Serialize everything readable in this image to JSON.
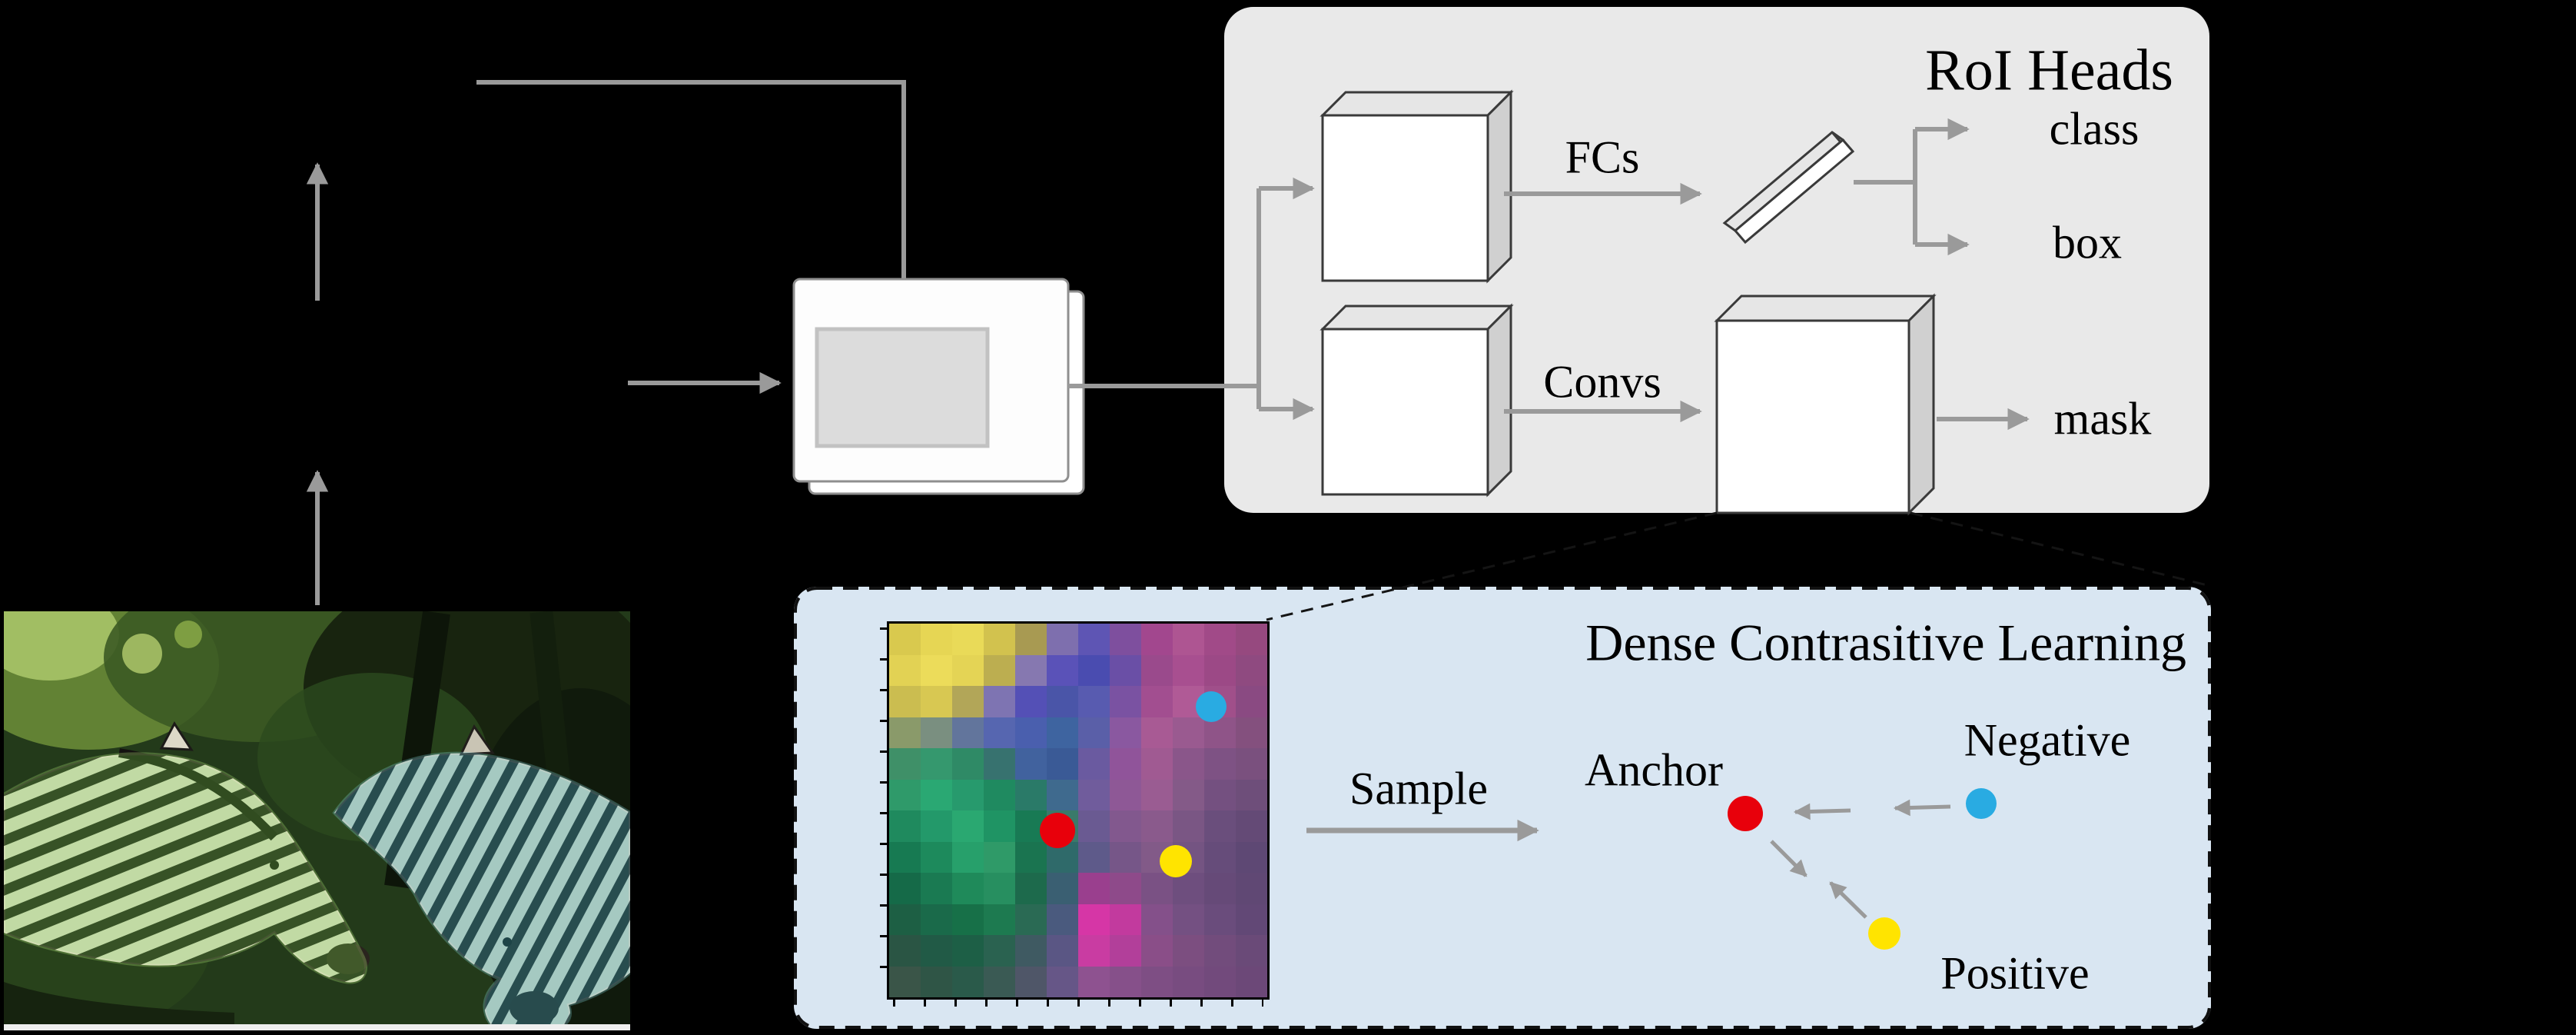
{
  "figure": {
    "roi_heads": {
      "title": "RoI Heads",
      "fcs_label": "FCs",
      "convs_label": "Convs",
      "class_label": "class",
      "box_label": "box",
      "mask_label": "mask"
    },
    "dense": {
      "title": "Dense Contrasitive Learning",
      "sample_label": "Sample",
      "anchor_label": "Anchor",
      "negative_label": "Negative",
      "positive_label": "Positive"
    },
    "colors": {
      "anchor_dot": "#e8000b",
      "negative_dot": "#29abe2",
      "positive_dot": "#ffe400",
      "arrow_gray": "#9a9a9a",
      "roi_panel_bg": "#e9e9e9",
      "dense_panel_bg": "#d9e6f2",
      "zebra_mask_front": "#7ce24a",
      "zebra_mask_back": "#3fd9ea"
    },
    "heatmap": {
      "rows": [
        [
          "#d9c94e",
          "#e6d654",
          "#e9da58",
          "#d2c24e",
          "#a89a52",
          "#7e6fae",
          "#5e55b4",
          "#7e4f9e",
          "#a2478e",
          "#ae5592",
          "#a14a88",
          "#96497f"
        ],
        [
          "#e2d254",
          "#ecdc5a",
          "#e4d455",
          "#bcae50",
          "#8678b0",
          "#5a52b8",
          "#4a4cb0",
          "#6a4fa6",
          "#9a4a8c",
          "#a84f90",
          "#9c4986",
          "#8f4a80"
        ],
        [
          "#cbbd50",
          "#d8c852",
          "#b2a658",
          "#7e74b2",
          "#5450b6",
          "#4a55a8",
          "#585bb0",
          "#7a52a2",
          "#a24e90",
          "#b05a96",
          "#a04f8a",
          "#8a4a82"
        ],
        [
          "#8a9a6a",
          "#7a8f80",
          "#62759c",
          "#5666b0",
          "#4a5fae",
          "#3e64a0",
          "#5a5fa8",
          "#8a58a0",
          "#a85a94",
          "#9a5a90",
          "#8f5488",
          "#84507e"
        ],
        [
          "#3f9068",
          "#35986e",
          "#2f8a66",
          "#37726f",
          "#41629e",
          "#3a5a96",
          "#6a5aa0",
          "#90549a",
          "#a05a92",
          "#8a568a",
          "#7e5284",
          "#7a507e"
        ],
        [
          "#2f9a6a",
          "#2aa873",
          "#279a6d",
          "#1f8a60",
          "#2a7a68",
          "#3f6a8e",
          "#705c9c",
          "#8e5896",
          "#9a5c92",
          "#845a88",
          "#745080",
          "#6e4e7a"
        ],
        [
          "#1f8a5e",
          "#23996a",
          "#2aa871",
          "#1f9464",
          "#187a54",
          "#3a7a6a",
          "#6a5a92",
          "#82588e",
          "#8a5a8c",
          "#7a5684",
          "#6a4e7c",
          "#644a76"
        ],
        [
          "#177a52",
          "#1d8a5c",
          "#27a06b",
          "#2f9a68",
          "#1a7450",
          "#2f6a6a",
          "#5e5a8a",
          "#765688",
          "#825a88",
          "#745482",
          "#664c7a",
          "#5e4874"
        ],
        [
          "#156a48",
          "#1a7a52",
          "#1f8a5a",
          "#278f60",
          "#1d6a4c",
          "#3a5f72",
          "#9a3f8e",
          "#8e4a8a",
          "#7a5184",
          "#6e4e7e",
          "#664a78",
          "#604874"
        ],
        [
          "#1d5f44",
          "#1a6a4a",
          "#177048",
          "#1d7a50",
          "#2a6a54",
          "#4a5a7e",
          "#d636a6",
          "#c23a9e",
          "#84508a",
          "#745082",
          "#6a4c7c",
          "#624876"
        ],
        [
          "#2a5544",
          "#215a46",
          "#1d5f46",
          "#2a6250",
          "#3f5a62",
          "#5a5684",
          "#c93ca2",
          "#b23f9a",
          "#8a4e88",
          "#7c4e80",
          "#724c7c",
          "#6a4a78"
        ],
        [
          "#3a5548",
          "#2f5546",
          "#2a5a4a",
          "#3a5a54",
          "#4f5668",
          "#665687",
          "#8e5290",
          "#86508a",
          "#7e4e84",
          "#784c80",
          "#724a7c",
          "#6c4878"
        ]
      ]
    }
  }
}
